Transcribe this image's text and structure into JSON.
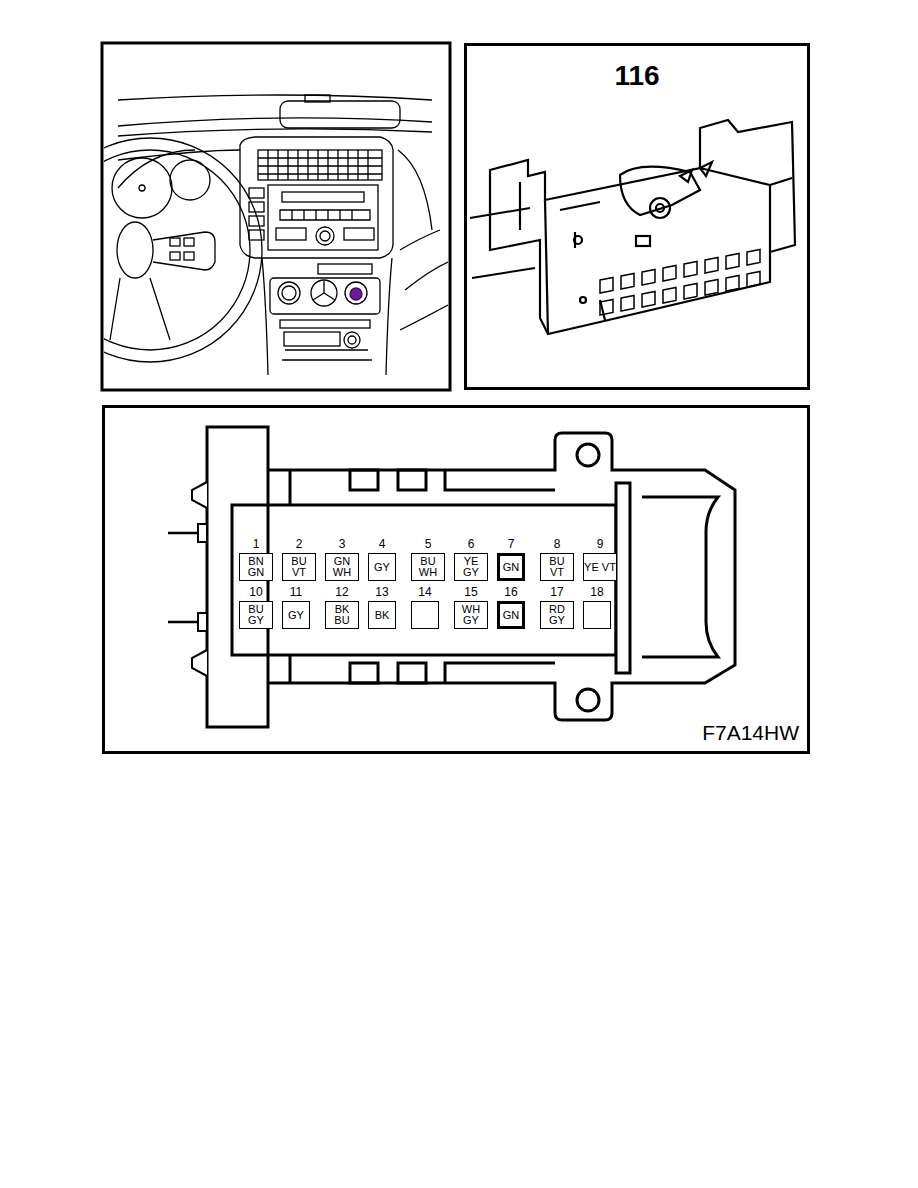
{
  "diagram": {
    "nodes": [
      {
        "text": [
          "116"
        ]
      },
      {
        "text": [
          "F7A14HW"
        ]
      },
      {
        "text": [
          "1",
          "BN GN"
        ],
        "in": 1
      },
      {
        "text": [
          "2",
          "BU VT"
        ],
        "in": 1
      },
      {
        "text": [
          "3",
          "GN WH"
        ],
        "in": 1
      },
      {
        "text": [
          "4",
          "GY"
        ],
        "in": 1
      },
      {
        "text": [
          "5",
          "BU WH"
        ],
        "in": 1
      },
      {
        "text": [
          "6",
          "YE GY"
        ],
        "in": 1
      },
      {
        "text": [
          "7",
          "GN"
        ],
        "in": 1
      },
      {
        "text": [
          "8",
          "BU VT"
        ],
        "in": 1
      },
      {
        "text": [
          "9",
          "YE VT"
        ],
        "in": 1
      },
      {
        "text": [
          "10",
          "BU GY"
        ],
        "in": 1
      },
      {
        "text": [
          "11",
          "GY"
        ],
        "in": 1
      },
      {
        "text": [
          "12",
          "BK BU"
        ],
        "in": 1
      },
      {
        "text": [
          "13",
          "BK"
        ],
        "in": 1
      },
      {
        "text": [
          "14"
        ],
        "in": 1
      },
      {
        "text": [
          "15",
          "WH GY"
        ],
        "in": 1
      },
      {
        "text": [
          "16",
          "GN"
        ],
        "in": 1
      },
      {
        "text": [
          "17",
          "RD GY"
        ],
        "in": 1
      },
      {
        "text": [
          "18"
        ],
        "in": 1
      }
    ]
  }
}
